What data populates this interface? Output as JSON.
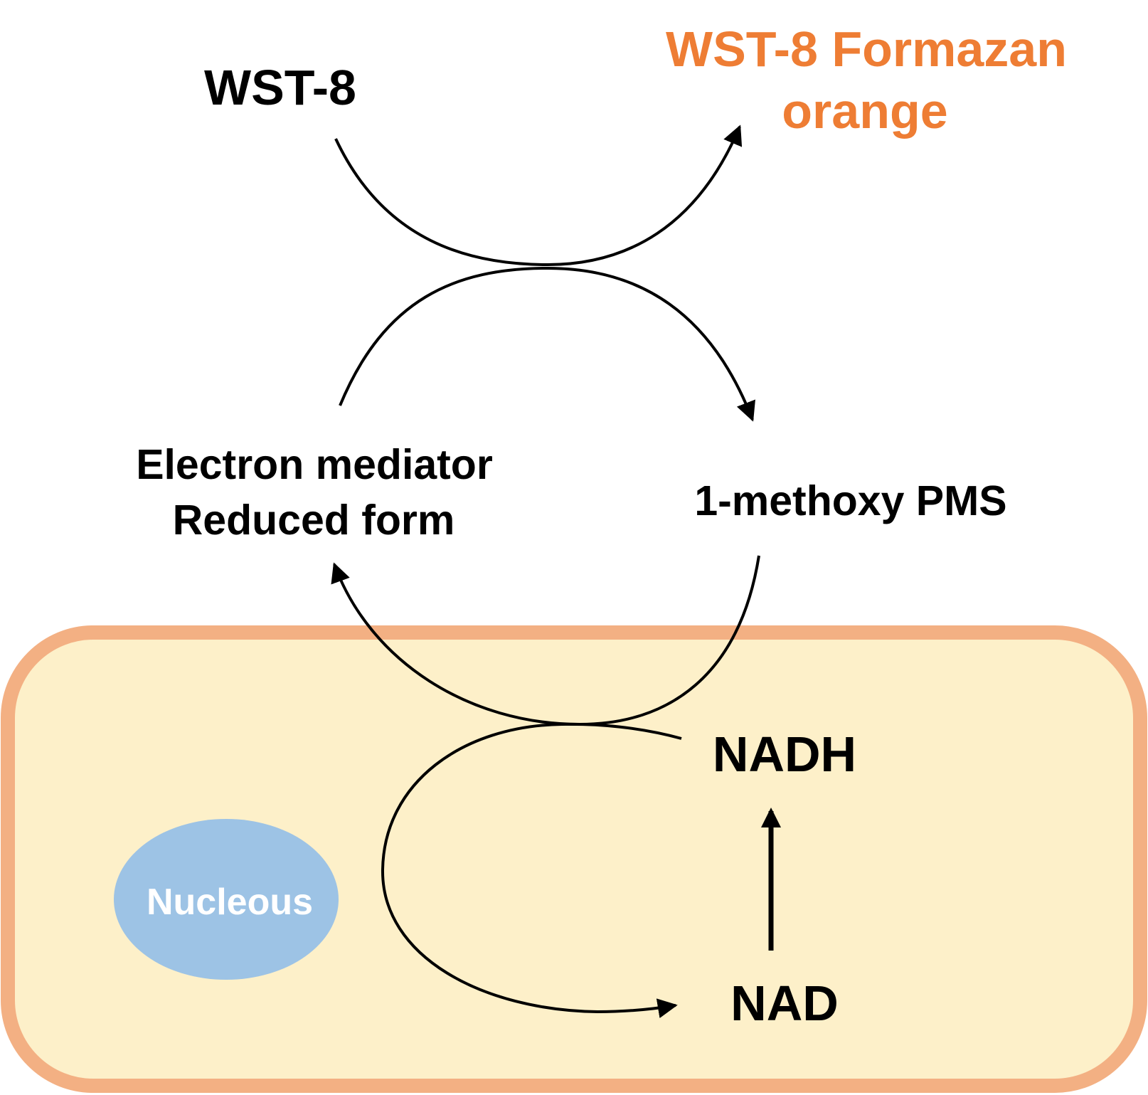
{
  "colors": {
    "cell_fill": "#FDF0C9",
    "cell_border": "#F3B083",
    "nucleus_fill": "#9DC3E5",
    "nucleus_text": "#FFFFFF",
    "formazan_text": "#EE7D34",
    "ink": "#000000"
  },
  "labels": {
    "wst8": "WST-8",
    "formazan_line1": "WST-8 Formazan",
    "formazan_line2": "orange",
    "mediator_line1": "Electron mediator",
    "mediator_line2": "Reduced form",
    "pms": "1-methoxy PMS",
    "nadh": "NADH",
    "nad": "NAD",
    "nucleus": "Nucleous"
  },
  "arrows": [
    {
      "from": "WST-8",
      "to": "WST-8 Formazan orange"
    },
    {
      "from": "Electron mediator Reduced form",
      "to": "1-methoxy PMS"
    },
    {
      "from": "1-methoxy PMS",
      "to": "Electron mediator Reduced form"
    },
    {
      "from": "NADH",
      "to": "NAD"
    },
    {
      "from": "NAD",
      "to": "NADH"
    }
  ],
  "icons": {
    "arrowhead": "arrowhead-icon"
  }
}
